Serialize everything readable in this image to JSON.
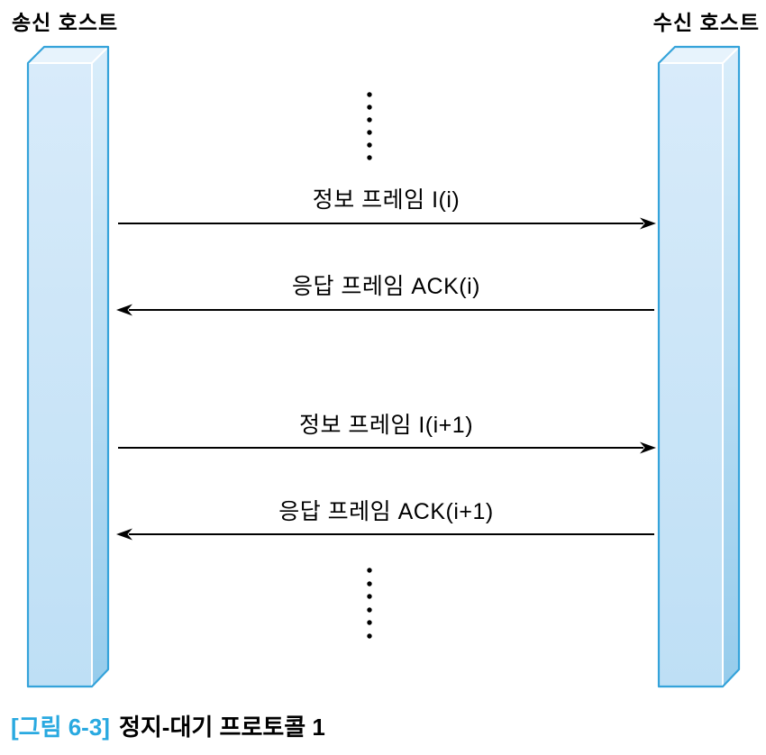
{
  "hosts": {
    "sender": "송신 호스트",
    "receiver": "수신 호스트"
  },
  "messages": [
    {
      "label": "정보 프레임 I(i)",
      "direction": "right"
    },
    {
      "label": "응답 프레임 ACK(i)",
      "direction": "left"
    },
    {
      "label": "정보 프레임 I(i+1)",
      "direction": "right"
    },
    {
      "label": "응답 프레임 ACK(i+1)",
      "direction": "left"
    }
  ],
  "ellipsis": {
    "top": "vertical-dots",
    "bottom": "vertical-dots"
  },
  "caption": {
    "figure_tag": "[그림 6-3]",
    "figure_title": "정지-대기 프로토콜 1"
  },
  "colors": {
    "text": "#000000",
    "arrow": "#000000",
    "caption_accent": "#29a9e0",
    "bar_border": "#35a3da",
    "bar_front_top": "#d8ebfa",
    "bar_front_bottom": "#bedff5",
    "bar_side_top": "#d9edfa",
    "bar_side_bottom": "#96ccec",
    "bar_top_face": "#e7f3fc",
    "inner_edge": "#ffffff"
  }
}
